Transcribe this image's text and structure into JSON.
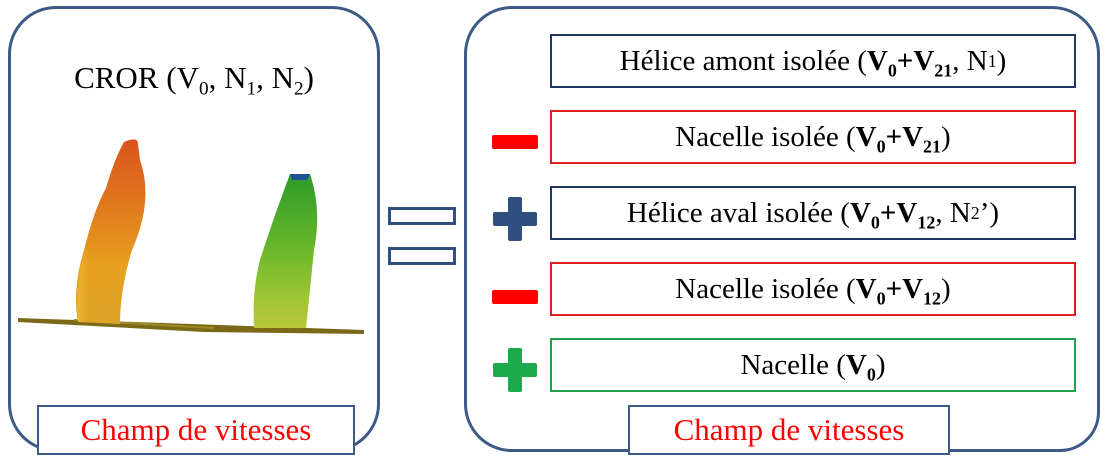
{
  "left": {
    "title_main": "CROR (V",
    "title_s1": "0",
    "title_m2": ", N",
    "title_s2": "1",
    "title_m3": ", N",
    "title_s3": "2",
    "title_end": ")",
    "footer_label": "Champ de vitesses"
  },
  "right": {
    "footer_label": "Champ de vitesses",
    "rows": [
      {
        "pre": "Hélice amont isolée (",
        "v": "V",
        "vs": "0",
        "plus": "+V",
        "ps": "21",
        "mid": ", N",
        "ms": "1",
        "end": ")",
        "color": "#1f3864"
      },
      {
        "pre": "Nacelle isolée (",
        "v": "V",
        "vs": "0",
        "plus": "+V",
        "ps": "21",
        "end": ")",
        "color": "#e02020"
      },
      {
        "pre": "Hélice aval isolée (",
        "v": "V",
        "vs": "0",
        "plus": "+V",
        "ps": "12",
        "mid": ", N",
        "ms": "2",
        "mid2": "’)",
        "color": "#1f3864"
      },
      {
        "pre": "Nacelle isolée (",
        "v": "V",
        "vs": "0",
        "plus": "+V",
        "ps": "12",
        "end": ")",
        "color": "#e02020"
      },
      {
        "pre": "Nacelle (",
        "v": "V",
        "vs": "0",
        "end": ")",
        "color": "#22a24a"
      }
    ]
  },
  "operators": {
    "equals_color": "#2f4f7f",
    "minus_color": "#ff0000",
    "plus_blue_color": "#2f4f7f",
    "plus_green_color": "#1daa4c"
  }
}
